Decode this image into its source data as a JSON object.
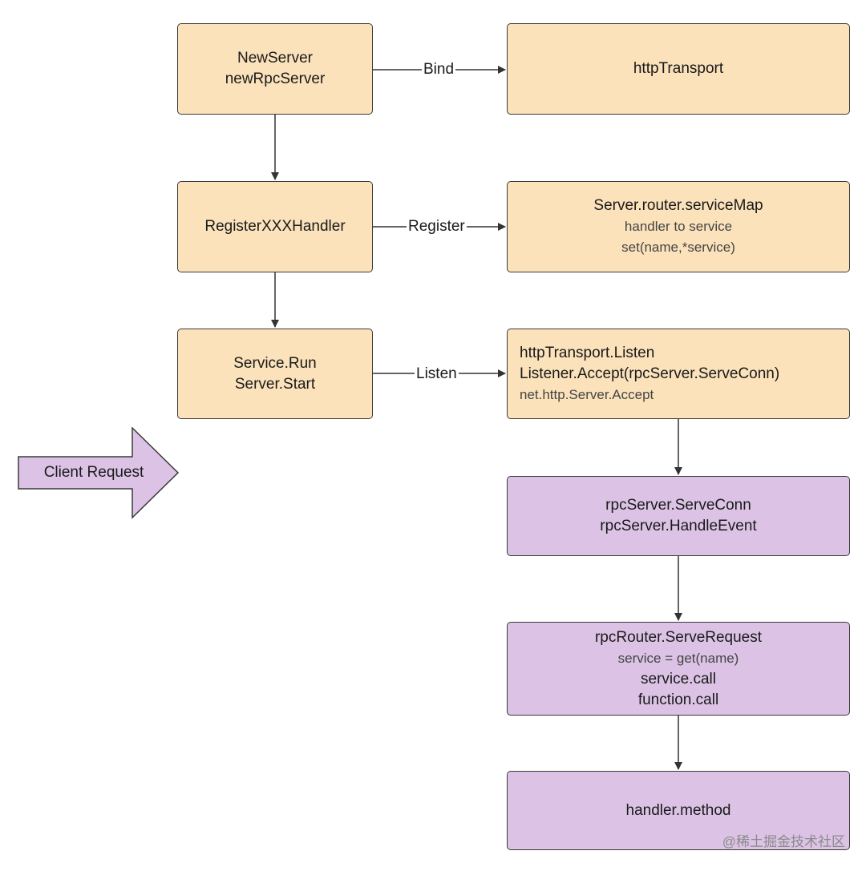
{
  "nodes": {
    "new_server": {
      "lines": [
        "NewServer",
        "newRpcServer"
      ]
    },
    "http_transport": {
      "lines": [
        "httpTransport"
      ]
    },
    "register_handler": {
      "lines": [
        "RegisterXXXHandler"
      ]
    },
    "service_map": {
      "title": "Server.router.serviceMap",
      "sub": [
        "handler to service",
        "set(name,*service)"
      ]
    },
    "service_run": {
      "lines": [
        "Service.Run",
        "Server.Start"
      ]
    },
    "listen_box": {
      "lines": [
        "httpTransport.Listen",
        "Listener.Accept(rpcServer.ServeConn)"
      ],
      "sub": [
        "net.http.Server.Accept"
      ]
    },
    "serve_conn": {
      "lines": [
        "rpcServer.ServeConn",
        "rpcServer.HandleEvent"
      ]
    },
    "serve_request": {
      "title": "rpcRouter.ServeRequest",
      "sub": [
        "service = get(name)"
      ],
      "lines": [
        "service.call",
        "function.call"
      ]
    },
    "handler_method": {
      "lines": [
        "handler.method"
      ]
    }
  },
  "edges": {
    "bind": "Bind",
    "register": "Register",
    "listen": "Listen"
  },
  "client_request": "Client Request",
  "watermark": "@稀土掘金技术社区",
  "colors": {
    "orange_fill": "#fbe2bb",
    "purple_fill": "#dcc3e6",
    "stroke": "#3a3a3a"
  }
}
